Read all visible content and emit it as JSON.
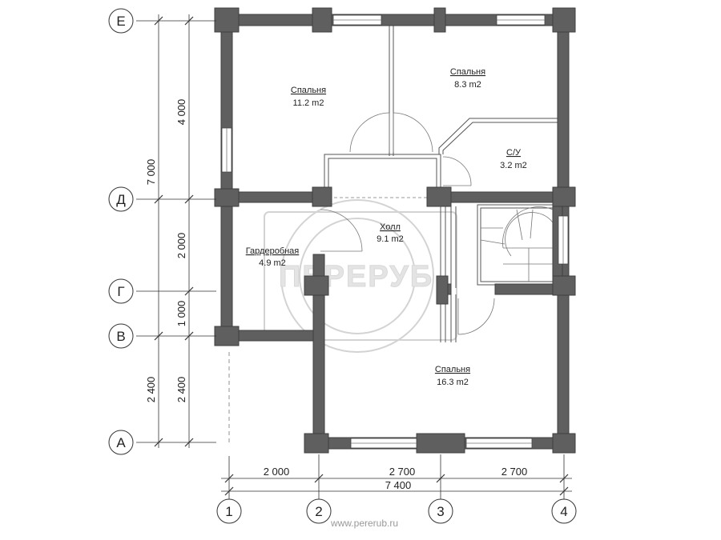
{
  "rooms": [
    {
      "name": "Спальня",
      "area": "11.2 m2"
    },
    {
      "name": "Спальня",
      "area": "8.3 m2"
    },
    {
      "name": "С/У",
      "area": "3.2 m2"
    },
    {
      "name": "Холл",
      "area": "9.1 m2"
    },
    {
      "name": "Гардеробная",
      "area": "4.9 m2"
    },
    {
      "name": "Спальня",
      "area": "16.3 m2"
    }
  ],
  "axes_rows": [
    "Е",
    "Д",
    "Г",
    "В",
    "А"
  ],
  "axes_cols": [
    "1",
    "2",
    "3",
    "4"
  ],
  "dims_left_outer": [
    "7 000",
    "2 400"
  ],
  "dims_left_inner": [
    "4 000",
    "2 000",
    "1 000",
    "2 400"
  ],
  "dims_bottom_segments": [
    "2 000",
    "2 700",
    "2 700"
  ],
  "dims_bottom_total": "7 400",
  "watermark": "ПЕРЕРУБ",
  "footer_url": "www.pererub.ru"
}
